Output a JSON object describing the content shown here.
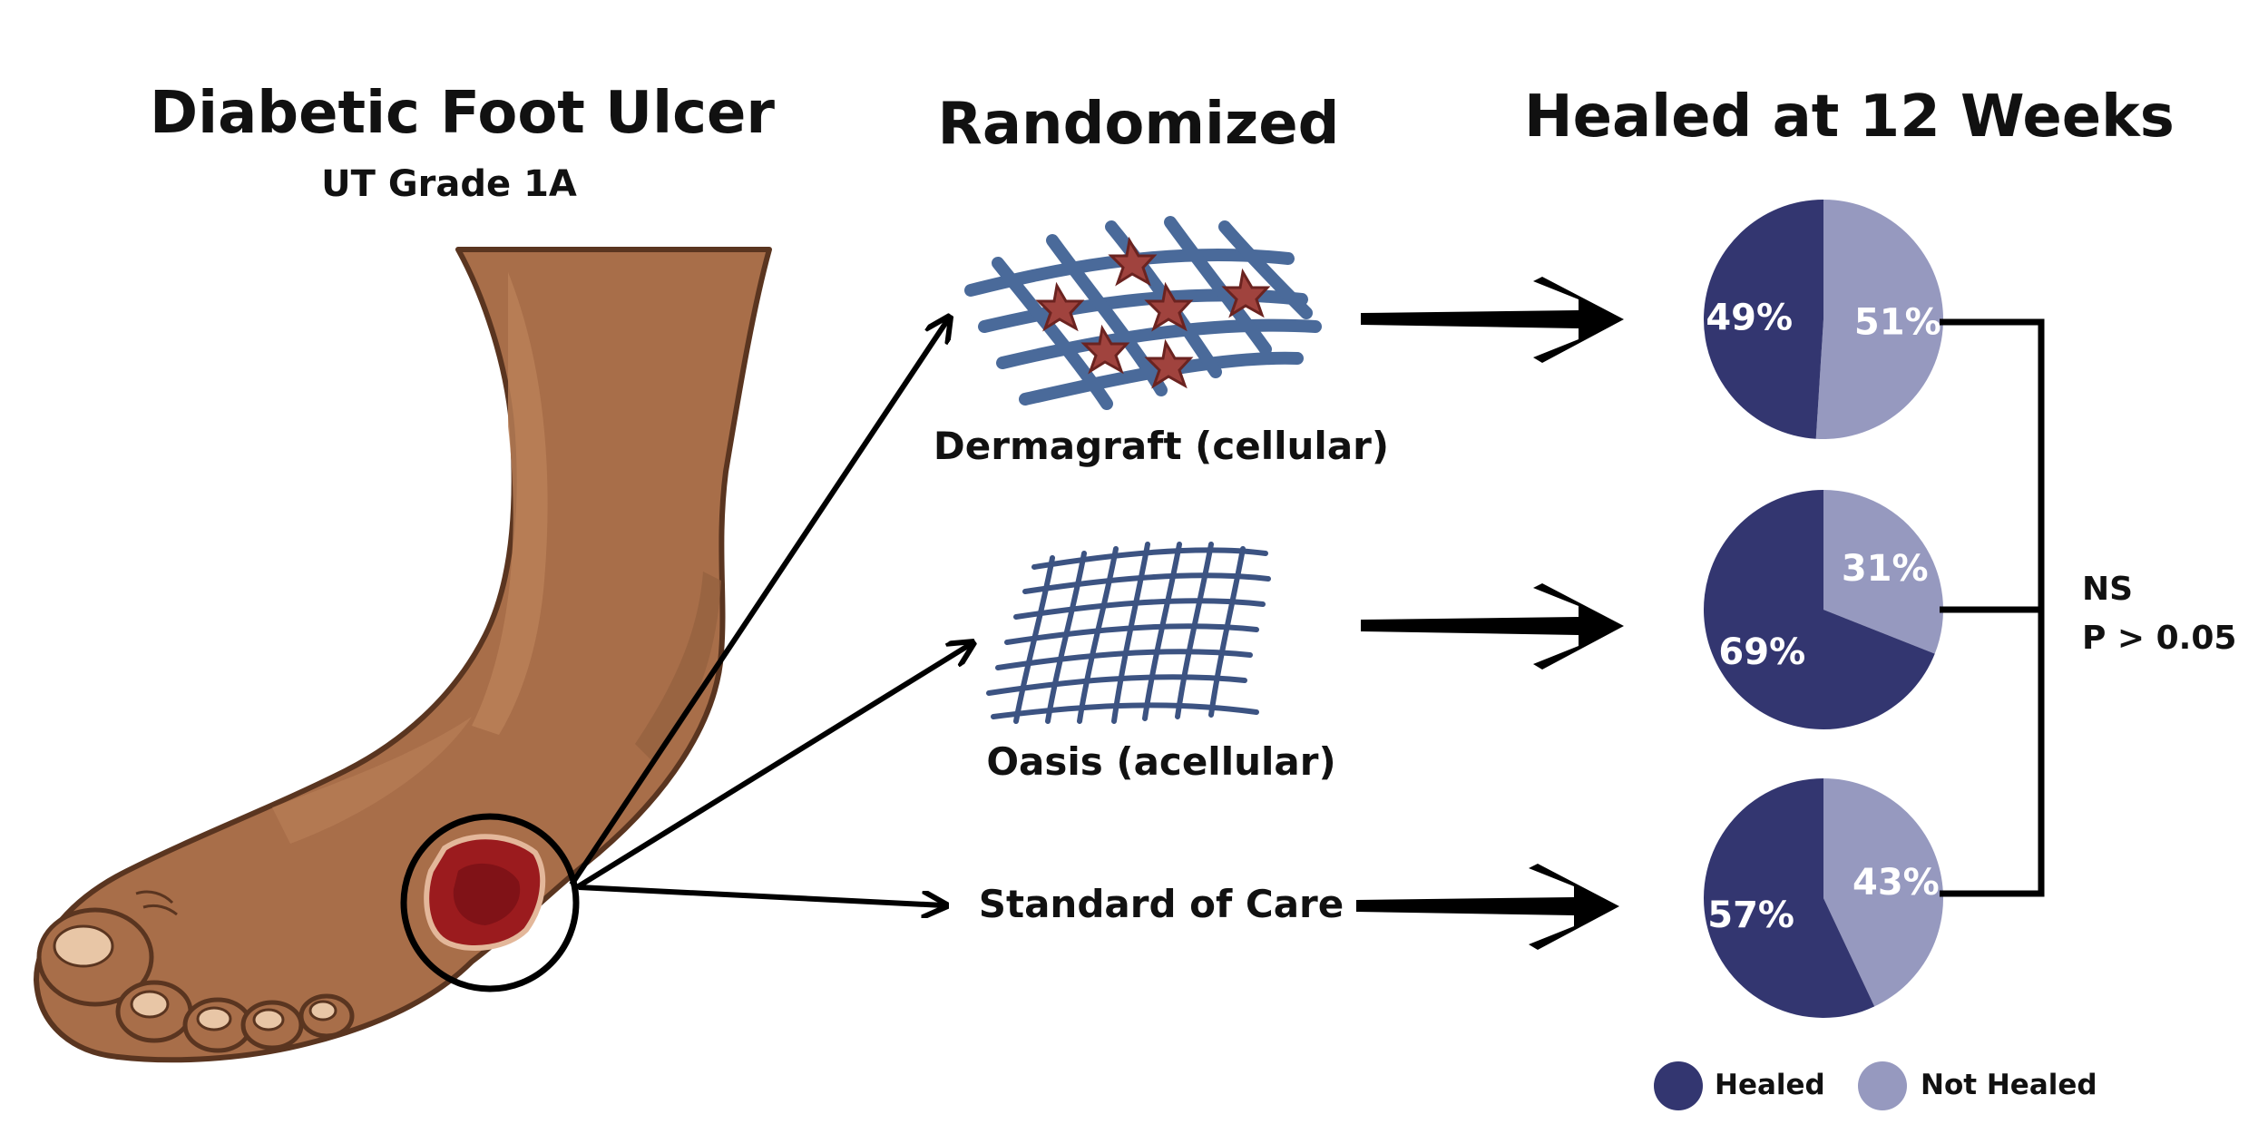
{
  "columns": {
    "left": {
      "title": "Diabetic Foot Ulcer",
      "subtitle": "UT Grade 1A"
    },
    "middle": {
      "title": "Randomized"
    },
    "right": {
      "title": "Healed at 12 Weeks"
    }
  },
  "arms": [
    {
      "label": "Dermagraft (cellular)",
      "icon": "cellular-matrix-icon"
    },
    {
      "label": "Oasis (acellular)",
      "icon": "acellular-matrix-icon"
    },
    {
      "label": "Standard of Care",
      "icon": ""
    }
  ],
  "significance": {
    "line1": "NS",
    "line2": "P > 0.05"
  },
  "legend": {
    "healed": "Healed",
    "not_healed": "Not Healed"
  },
  "colors": {
    "healed": "#333670",
    "not_healed": "#9699BF",
    "skin": "#A86E49",
    "ulcer": "#9B1B1E"
  },
  "chart_data": [
    {
      "type": "pie",
      "categories": [
        "Healed",
        "Not Healed"
      ],
      "values": [
        49,
        51
      ],
      "labels": [
        "49%",
        "51%"
      ]
    },
    {
      "type": "pie",
      "categories": [
        "Healed",
        "Not Healed"
      ],
      "values": [
        69,
        31
      ],
      "labels": [
        "69%",
        "31%"
      ]
    },
    {
      "type": "pie",
      "categories": [
        "Healed",
        "Not Healed"
      ],
      "values": [
        57,
        43
      ],
      "labels": [
        "57%",
        "43%"
      ]
    }
  ]
}
